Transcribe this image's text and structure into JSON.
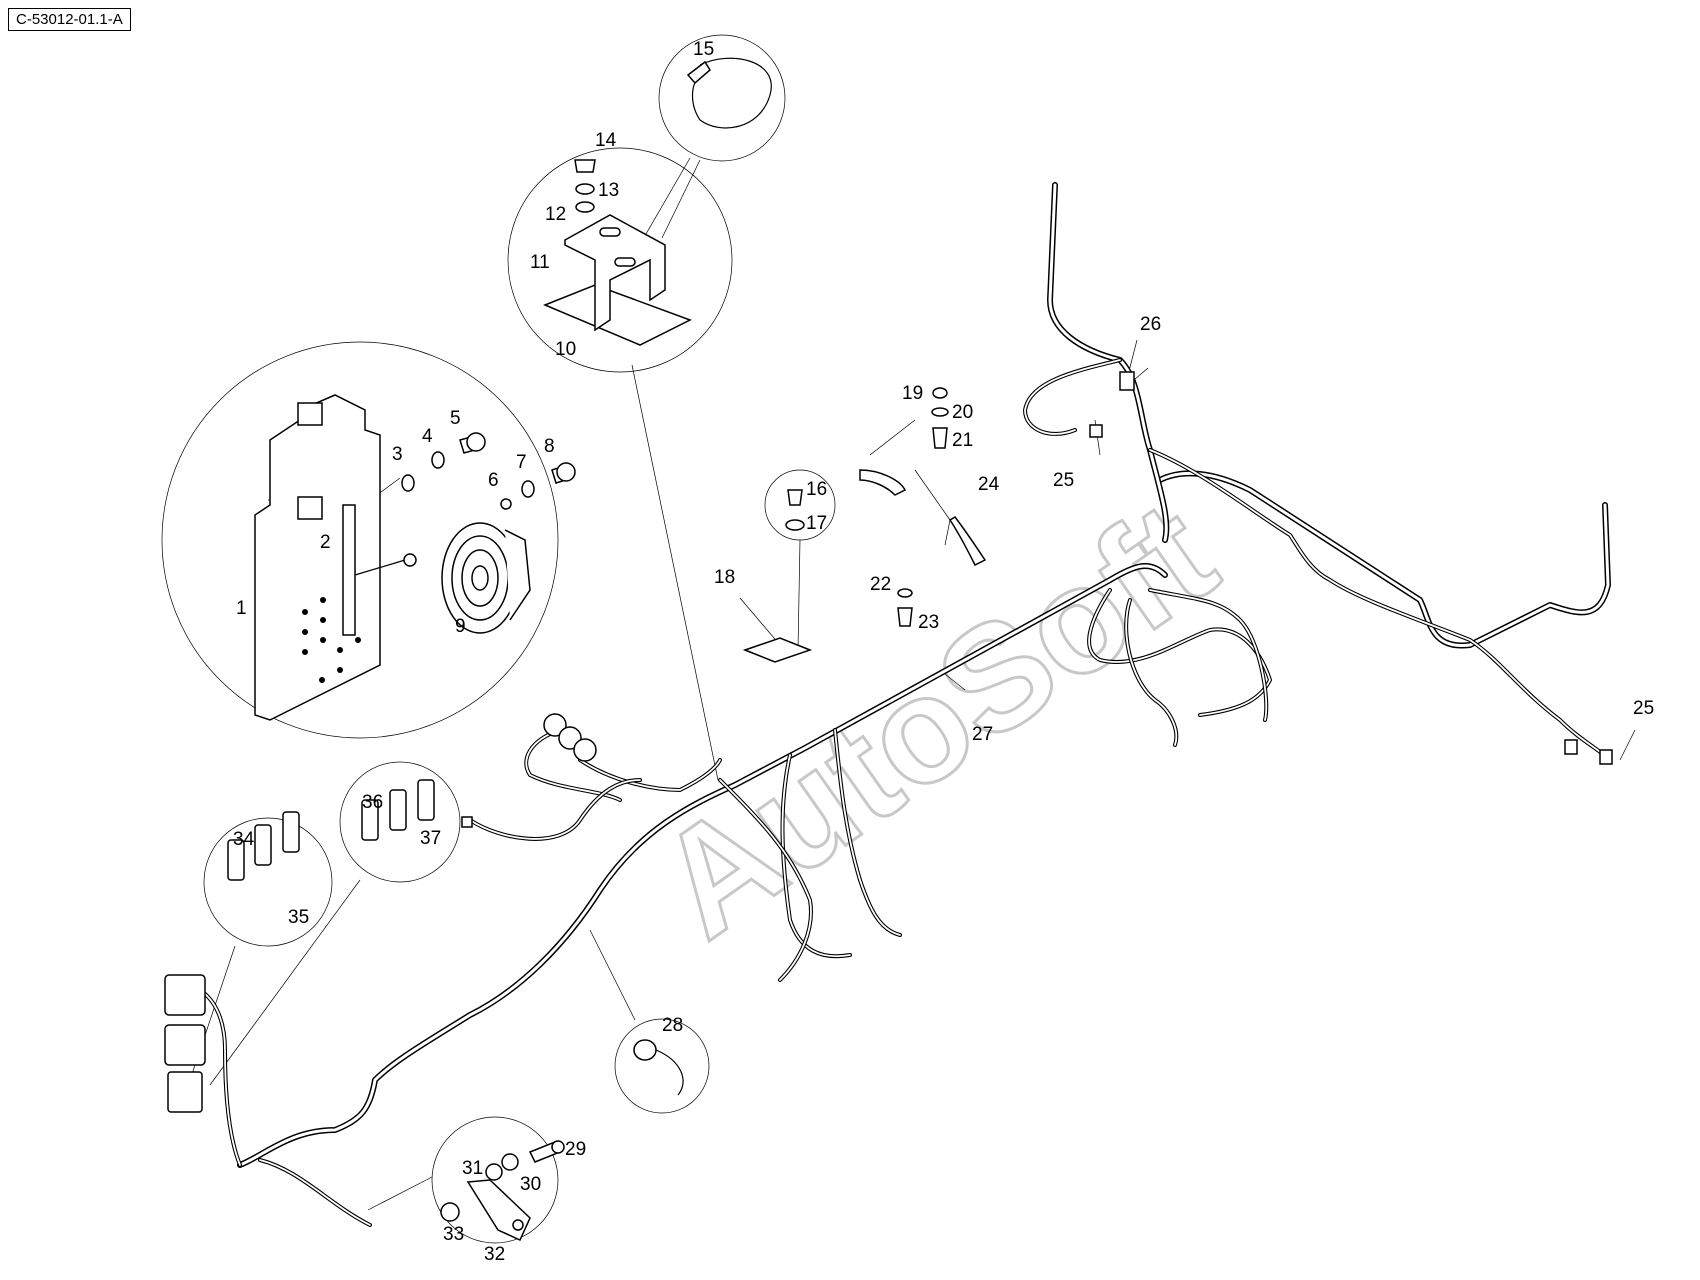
{
  "reference_code": "C-53012-01.1-A",
  "watermark": "AutoSoft",
  "callouts": [
    {
      "id": "c1",
      "text": "1"
    },
    {
      "id": "c2",
      "text": "2"
    },
    {
      "id": "c3",
      "text": "3"
    },
    {
      "id": "c4",
      "text": "4"
    },
    {
      "id": "c5",
      "text": "5"
    },
    {
      "id": "c6",
      "text": "6"
    },
    {
      "id": "c7",
      "text": "7"
    },
    {
      "id": "c8",
      "text": "8"
    },
    {
      "id": "c9",
      "text": "9"
    },
    {
      "id": "c10",
      "text": "10"
    },
    {
      "id": "c11",
      "text": "11"
    },
    {
      "id": "c12",
      "text": "12"
    },
    {
      "id": "c13",
      "text": "13"
    },
    {
      "id": "c14",
      "text": "14"
    },
    {
      "id": "c15",
      "text": "15"
    },
    {
      "id": "c16",
      "text": "16"
    },
    {
      "id": "c17",
      "text": "17"
    },
    {
      "id": "c18",
      "text": "18"
    },
    {
      "id": "c19",
      "text": "19"
    },
    {
      "id": "c20",
      "text": "20"
    },
    {
      "id": "c21",
      "text": "21"
    },
    {
      "id": "c22",
      "text": "22"
    },
    {
      "id": "c23",
      "text": "23"
    },
    {
      "id": "c24",
      "text": "24"
    },
    {
      "id": "c25a",
      "text": "25"
    },
    {
      "id": "c25b",
      "text": "25"
    },
    {
      "id": "c26",
      "text": "26"
    },
    {
      "id": "c27",
      "text": "27"
    },
    {
      "id": "c28",
      "text": "28"
    },
    {
      "id": "c29",
      "text": "29"
    },
    {
      "id": "c30",
      "text": "30"
    },
    {
      "id": "c31",
      "text": "31"
    },
    {
      "id": "c32",
      "text": "32"
    },
    {
      "id": "c33",
      "text": "33"
    },
    {
      "id": "c34",
      "text": "34"
    },
    {
      "id": "c35",
      "text": "35"
    },
    {
      "id": "c36",
      "text": "36"
    },
    {
      "id": "c37",
      "text": "37"
    }
  ]
}
